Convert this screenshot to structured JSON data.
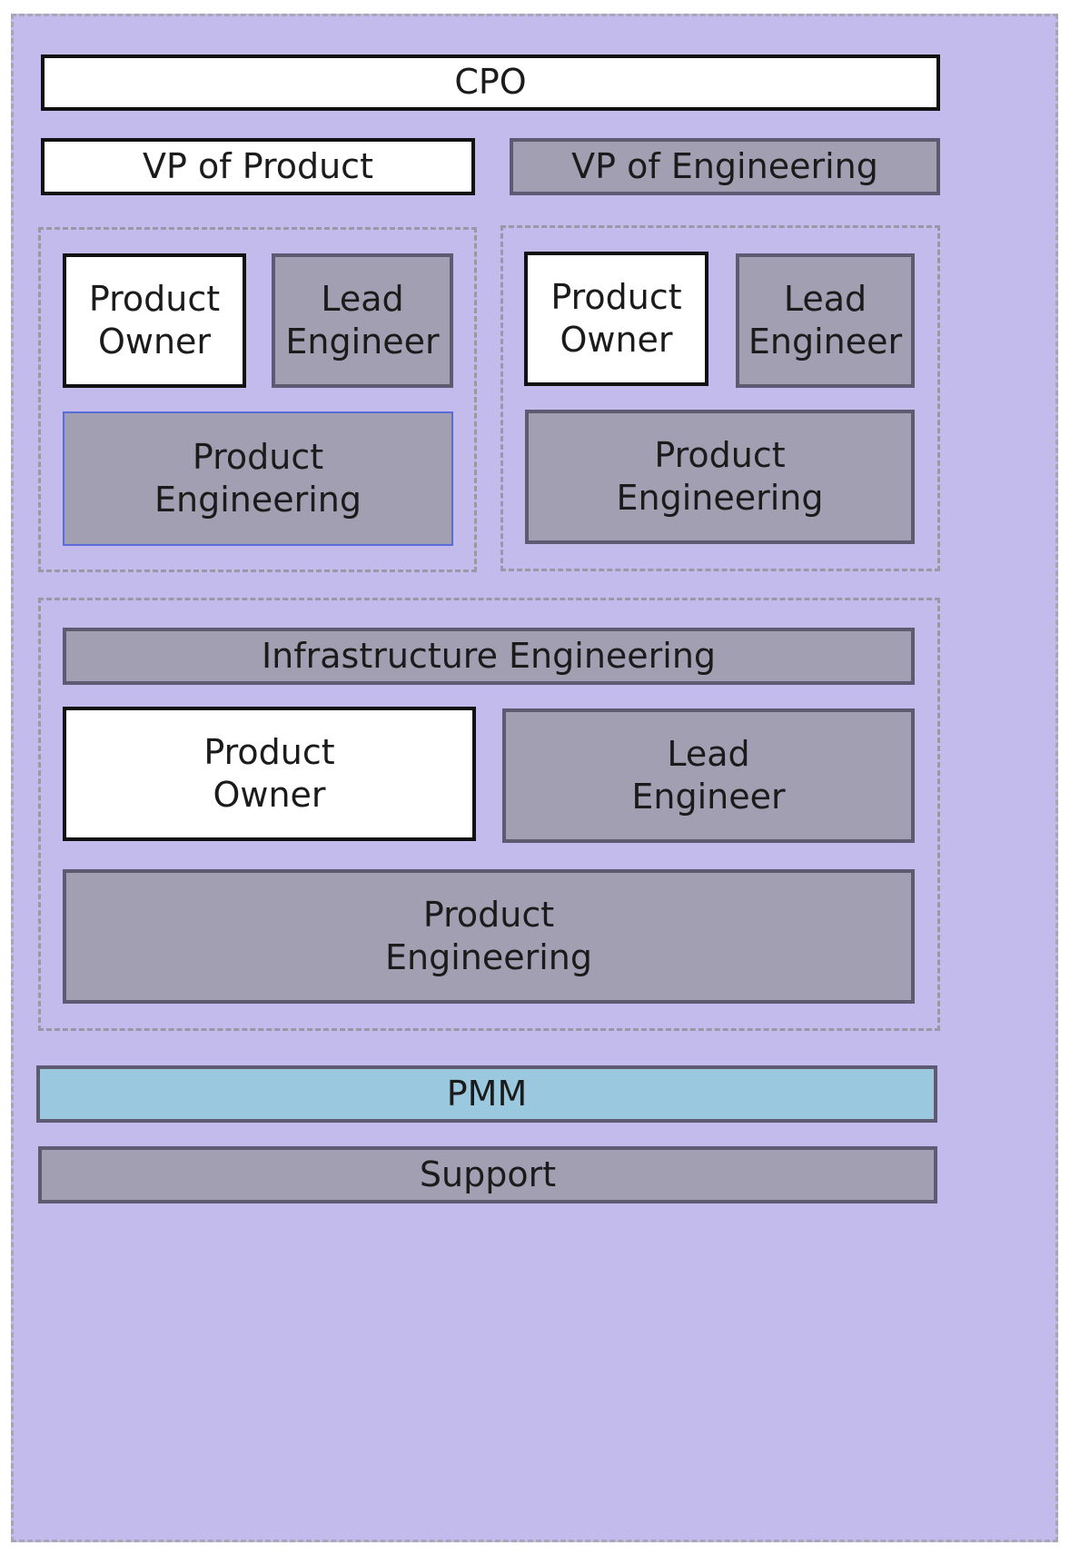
{
  "diagram": {
    "cpo": "CPO",
    "vp_product": "VP of Product",
    "vp_engineering": "VP of Engineering",
    "team_left": {
      "product_owner": "Product\nOwner",
      "lead_engineer": "Lead\nEngineer",
      "product_engineering": "Product\nEngineering"
    },
    "team_right": {
      "product_owner": "Product\nOwner",
      "lead_engineer": "Lead\nEngineer",
      "product_engineering": "Product\nEngineering"
    },
    "infra": {
      "title": "Infrastructure Engineering",
      "product_owner": "Product\nOwner",
      "lead_engineer": "Lead\nEngineer",
      "product_engineering": "Product\nEngineering"
    },
    "pmm": "PMM",
    "support": "Support"
  },
  "colors": {
    "canvas": "#c3bbeb",
    "white_box": "#ffffff",
    "gray_box": "#a39fb3",
    "pmm_box": "#9ac8de",
    "dashed_border": "#9a98a6"
  }
}
